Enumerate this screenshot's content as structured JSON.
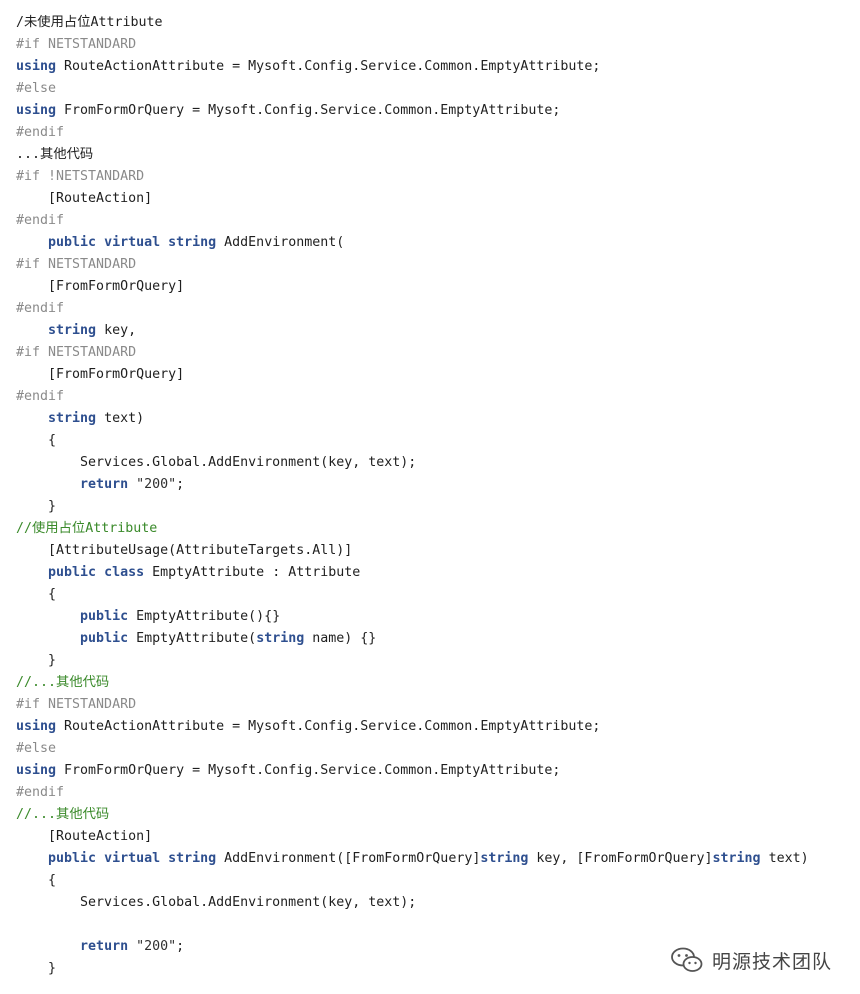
{
  "code": {
    "lines": [
      [
        {
          "t": "text",
          "s": "/未使用占位Attribute"
        }
      ],
      [
        {
          "t": "pp",
          "s": "#if NETSTANDARD"
        }
      ],
      [
        {
          "t": "kw",
          "s": "using"
        },
        {
          "t": "text",
          "s": " RouteActionAttribute = Mysoft.Config.Service.Common.EmptyAttribute;"
        }
      ],
      [
        {
          "t": "pp",
          "s": "#else"
        }
      ],
      [
        {
          "t": "kw",
          "s": "using"
        },
        {
          "t": "text",
          "s": " FromFormOrQuery = Mysoft.Config.Service.Common.EmptyAttribute;"
        }
      ],
      [
        {
          "t": "pp",
          "s": "#endif"
        }
      ],
      [
        {
          "t": "text",
          "s": "...其他代码"
        }
      ],
      [
        {
          "t": "pp",
          "s": "#if !NETSTANDARD"
        }
      ],
      [
        {
          "t": "text",
          "s": "    [RouteAction]"
        }
      ],
      [
        {
          "t": "pp",
          "s": "#endif"
        }
      ],
      [
        {
          "t": "text",
          "s": "    "
        },
        {
          "t": "kw",
          "s": "public virtual string"
        },
        {
          "t": "text",
          "s": " AddEnvironment("
        }
      ],
      [
        {
          "t": "pp",
          "s": "#if NETSTANDARD"
        }
      ],
      [
        {
          "t": "text",
          "s": "    [FromFormOrQuery]"
        }
      ],
      [
        {
          "t": "pp",
          "s": "#endif"
        }
      ],
      [
        {
          "t": "text",
          "s": "    "
        },
        {
          "t": "kw",
          "s": "string"
        },
        {
          "t": "text",
          "s": " key,"
        }
      ],
      [
        {
          "t": "pp",
          "s": "#if NETSTANDARD"
        }
      ],
      [
        {
          "t": "text",
          "s": "    [FromFormOrQuery]"
        }
      ],
      [
        {
          "t": "pp",
          "s": "#endif"
        }
      ],
      [
        {
          "t": "text",
          "s": "    "
        },
        {
          "t": "kw",
          "s": "string"
        },
        {
          "t": "text",
          "s": " text)"
        }
      ],
      [
        {
          "t": "text",
          "s": "    {"
        }
      ],
      [
        {
          "t": "text",
          "s": "        Services.Global.AddEnvironment(key, text);"
        }
      ],
      [
        {
          "t": "text",
          "s": "        "
        },
        {
          "t": "kw",
          "s": "return"
        },
        {
          "t": "str",
          "s": " \"200\""
        },
        {
          "t": "text",
          "s": ";"
        }
      ],
      [
        {
          "t": "text",
          "s": "    }"
        }
      ],
      [
        {
          "t": "cm",
          "s": "//使用占位Attribute"
        }
      ],
      [
        {
          "t": "text",
          "s": "    [AttributeUsage(AttributeTargets.All)]"
        }
      ],
      [
        {
          "t": "text",
          "s": "    "
        },
        {
          "t": "kw",
          "s": "public class"
        },
        {
          "t": "text",
          "s": " EmptyAttribute : Attribute"
        }
      ],
      [
        {
          "t": "text",
          "s": "    {"
        }
      ],
      [
        {
          "t": "text",
          "s": "        "
        },
        {
          "t": "kw",
          "s": "public"
        },
        {
          "t": "text",
          "s": " EmptyAttribute(){}"
        }
      ],
      [
        {
          "t": "text",
          "s": "        "
        },
        {
          "t": "kw",
          "s": "public"
        },
        {
          "t": "text",
          "s": " EmptyAttribute("
        },
        {
          "t": "kw",
          "s": "string"
        },
        {
          "t": "text",
          "s": " name) {}"
        }
      ],
      [
        {
          "t": "text",
          "s": "    }"
        }
      ],
      [
        {
          "t": "cm",
          "s": "//...其他代码"
        }
      ],
      [
        {
          "t": "pp",
          "s": "#if NETSTANDARD"
        }
      ],
      [
        {
          "t": "kw",
          "s": "using"
        },
        {
          "t": "text",
          "s": " RouteActionAttribute = Mysoft.Config.Service.Common.EmptyAttribute;"
        }
      ],
      [
        {
          "t": "pp",
          "s": "#else"
        }
      ],
      [
        {
          "t": "kw",
          "s": "using"
        },
        {
          "t": "text",
          "s": " FromFormOrQuery = Mysoft.Config.Service.Common.EmptyAttribute;"
        }
      ],
      [
        {
          "t": "pp",
          "s": "#endif"
        }
      ],
      [
        {
          "t": "cm",
          "s": "//...其他代码"
        }
      ],
      [
        {
          "t": "text",
          "s": "    [RouteAction]"
        }
      ],
      [
        {
          "t": "text",
          "s": "    "
        },
        {
          "t": "kw",
          "s": "public virtual string"
        },
        {
          "t": "text",
          "s": " AddEnvironment([FromFormOrQuery]"
        },
        {
          "t": "kw",
          "s": "string"
        },
        {
          "t": "text",
          "s": " key, [FromFormOrQuery]"
        },
        {
          "t": "kw",
          "s": "string"
        },
        {
          "t": "text",
          "s": " text)"
        }
      ],
      [
        {
          "t": "text",
          "s": "    {"
        }
      ],
      [
        {
          "t": "text",
          "s": "        Services.Global.AddEnvironment(key, text);"
        }
      ],
      [
        {
          "t": "text",
          "s": ""
        }
      ],
      [
        {
          "t": "text",
          "s": "        "
        },
        {
          "t": "kw",
          "s": "return"
        },
        {
          "t": "str",
          "s": " \"200\""
        },
        {
          "t": "text",
          "s": ";"
        }
      ],
      [
        {
          "t": "text",
          "s": "    }"
        }
      ]
    ]
  },
  "watermark": {
    "label": "明源技术团队",
    "icon": "wechat-icon"
  }
}
